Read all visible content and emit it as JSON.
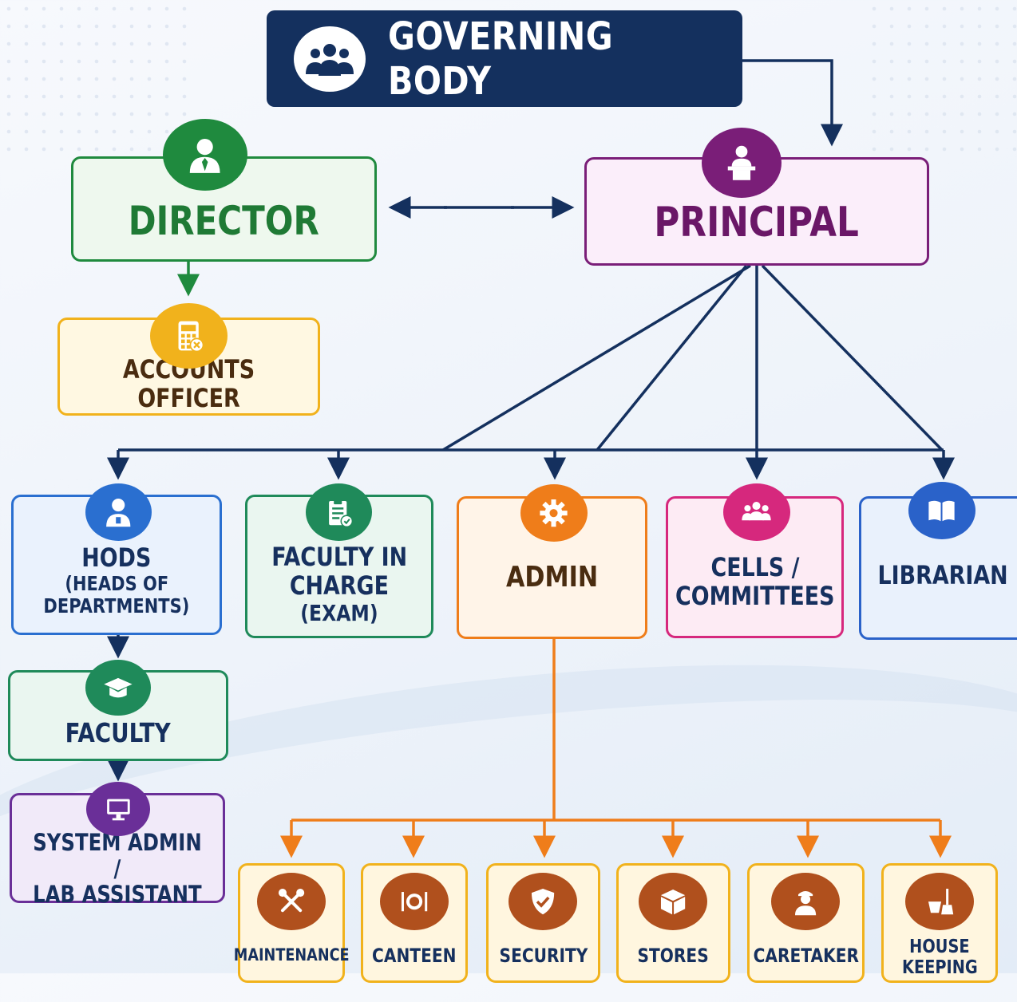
{
  "governing_body": {
    "title": "GOVERNING BODY",
    "icon": "group-icon"
  },
  "director": {
    "title": "DIRECTOR",
    "icon": "person-tie-icon",
    "color": "#1f8a3e"
  },
  "principal": {
    "title": "PRINCIPAL",
    "icon": "speaker-podium-icon",
    "color": "#7a1e78"
  },
  "accounts_officer": {
    "title": "ACCOUNTS OFFICER",
    "icon": "calculator-icon",
    "color": "#f1b21c"
  },
  "departments": [
    {
      "title": "HODS",
      "subtitle_line1": "(HEADS OF",
      "subtitle_line2": "DEPARTMENTS)",
      "icon": "person-id-badge-icon",
      "color": "#2a6fd0"
    },
    {
      "line1": "FACULTY IN",
      "line2": "CHARGE",
      "line3": "(EXAM)",
      "icon": "clipboard-check-icon",
      "color": "#1f8a5a"
    },
    {
      "title": "ADMIN",
      "icon": "gear-icon",
      "color": "#ef7d1a"
    },
    {
      "line1": "CELLS /",
      "line2": "COMMITTEES",
      "icon": "group-icon",
      "color": "#d6287d"
    },
    {
      "title": "LIBRARIAN",
      "icon": "open-book-icon",
      "color": "#2a62c9"
    }
  ],
  "faculty": {
    "title": "FACULTY",
    "icon": "graduation-cap-icon",
    "color": "#1f8a5a"
  },
  "system_admin": {
    "line1": "SYSTEM ADMIN /",
    "line2": "LAB ASSISTANT",
    "icon": "monitor-icon",
    "color": "#6a2f98"
  },
  "admin_units": [
    {
      "label": "MAINTENANCE",
      "icon": "tools-icon"
    },
    {
      "label": "CANTEEN",
      "icon": "plate-cutlery-icon"
    },
    {
      "label": "SECURITY",
      "icon": "shield-check-icon"
    },
    {
      "label": "STORES",
      "icon": "box-icon"
    },
    {
      "label": "CARETAKER",
      "icon": "person-cap-icon"
    },
    {
      "label_line1": "HOUSE",
      "label_line2": "KEEPING",
      "icon": "bucket-broom-icon"
    }
  ]
}
